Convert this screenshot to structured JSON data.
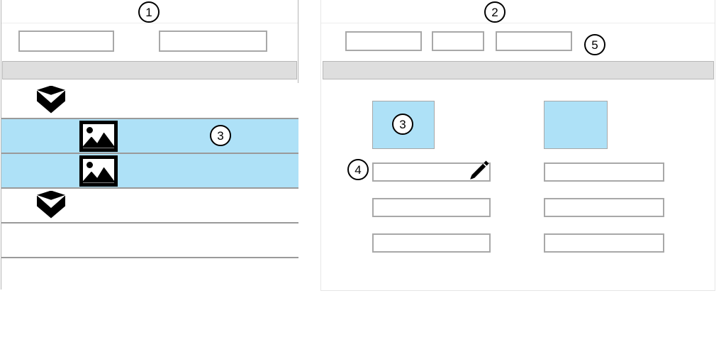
{
  "page": {
    "type": "wireframe-mockup",
    "background_color": "#ffffff",
    "accent_selection_color": "#aee1f7",
    "border_color": "#a8a8a8",
    "header_bar_color": "#dedede"
  },
  "callouts": [
    {
      "number": "1",
      "target": "left-panel-title-strip"
    },
    {
      "number": "2",
      "target": "right-panel-title-strip"
    },
    {
      "number": "3",
      "target": "selected-items"
    },
    {
      "number": "4",
      "target": "editable-name-field"
    },
    {
      "number": "5",
      "target": "right-toolbar-third-button"
    }
  ],
  "left_panel": {
    "title": "",
    "toolbar": {
      "buttons": [
        {
          "label": ""
        },
        {
          "label": ""
        }
      ]
    },
    "header_bar": {
      "label": ""
    },
    "list": {
      "rows": [
        {
          "icon": "cube-icon",
          "label": "",
          "selected": false
        },
        {
          "icon": "image-icon",
          "label": "",
          "selected": true
        },
        {
          "icon": "image-icon",
          "label": "",
          "selected": true
        },
        {
          "icon": "cube-icon",
          "label": "",
          "selected": false
        },
        {
          "icon": "none",
          "label": "",
          "selected": false
        },
        {
          "icon": "none",
          "label": "",
          "selected": false
        }
      ]
    }
  },
  "right_panel": {
    "title": "",
    "toolbar": {
      "buttons": [
        {
          "label": ""
        },
        {
          "label": ""
        },
        {
          "label": ""
        }
      ]
    },
    "header_bar": {
      "label": ""
    },
    "content": {
      "thumbnails": [
        {
          "label": "",
          "selected": true
        },
        {
          "label": "",
          "selected": false
        }
      ],
      "fields": [
        {
          "value": "",
          "placeholder": "",
          "has_edit_icon": true
        },
        {
          "value": "",
          "placeholder": "",
          "has_edit_icon": false
        },
        {
          "value": "",
          "placeholder": "",
          "has_edit_icon": false
        },
        {
          "value": "",
          "placeholder": "",
          "has_edit_icon": false
        },
        {
          "value": "",
          "placeholder": "",
          "has_edit_icon": false
        },
        {
          "value": "",
          "placeholder": "",
          "has_edit_icon": false
        }
      ]
    }
  }
}
